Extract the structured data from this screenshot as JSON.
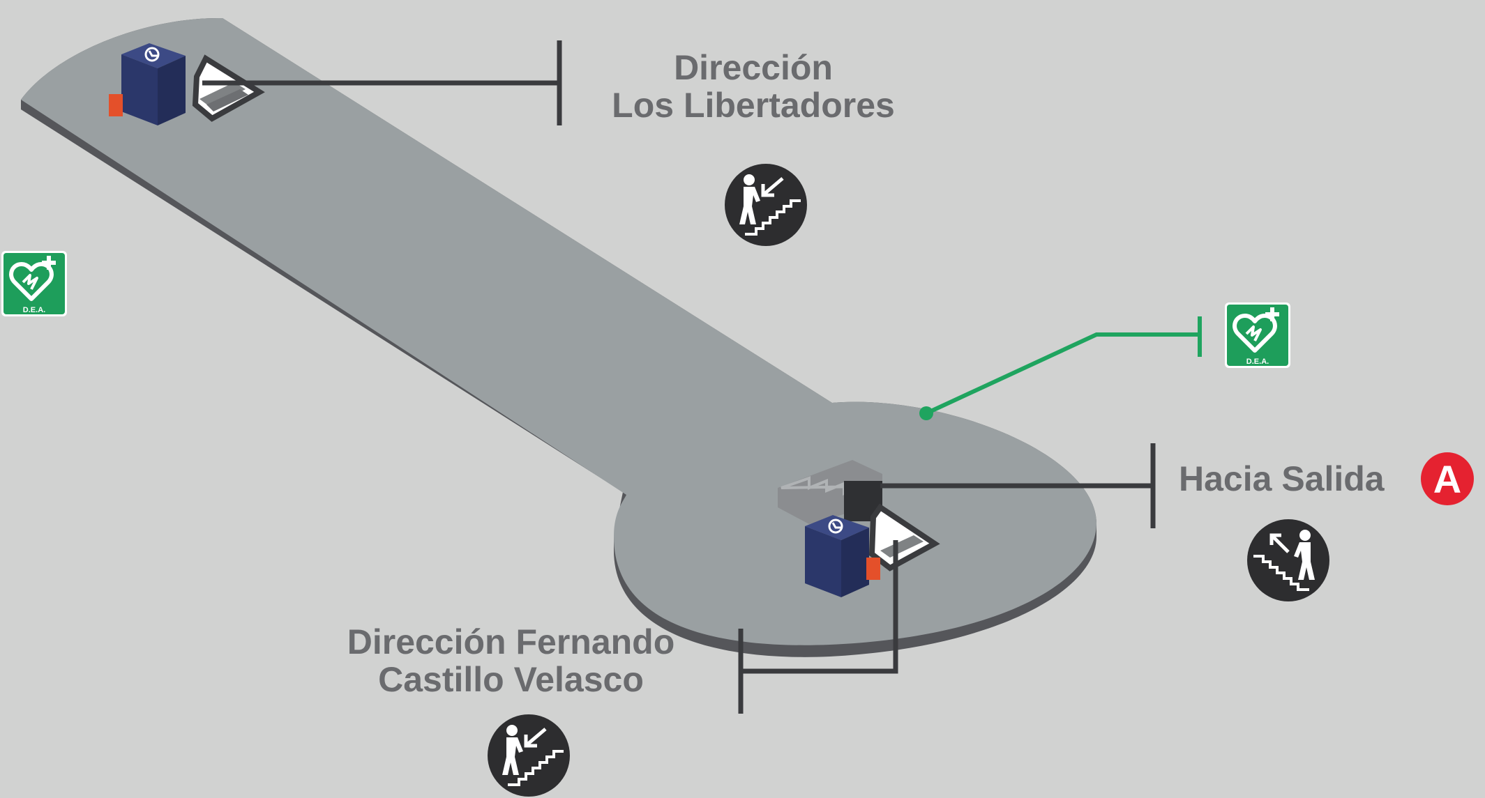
{
  "destinations": {
    "north": {
      "line1": "Dirección",
      "line2": "Los Libertadores"
    },
    "south": {
      "line1": "Dirección Fernando",
      "line2": "Castillo Velasco"
    },
    "exit": {
      "label": "Hacia Salida",
      "exit_letter": "A"
    }
  },
  "dea_signs": [
    {
      "label": "D.E.A.",
      "icon": "defibrillator-heart-icon"
    },
    {
      "label": "D.E.A.",
      "icon": "defibrillator-heart-icon"
    }
  ],
  "stair_icons": [
    {
      "icon": "stairs-down-icon",
      "destination": "north"
    },
    {
      "icon": "stairs-up-icon",
      "destination": "exit"
    },
    {
      "icon": "stairs-down-icon",
      "destination": "south"
    }
  ],
  "map_features": [
    "elevator-icon",
    "elevator-icon",
    "stairway-opening",
    "escalator"
  ],
  "colors": {
    "background": "#d1d2d1",
    "platform": "#9aa0a2",
    "platform_edge": "#55565a",
    "elevator": "#2b376a",
    "dea_green": "#1e9e5b",
    "leader_line": "#3a3b3e",
    "dea_leader": "#1fa45f",
    "exit_badge": "#e52230",
    "stair_badge": "#2d2d2f",
    "label_text": "#6a6b6e"
  }
}
